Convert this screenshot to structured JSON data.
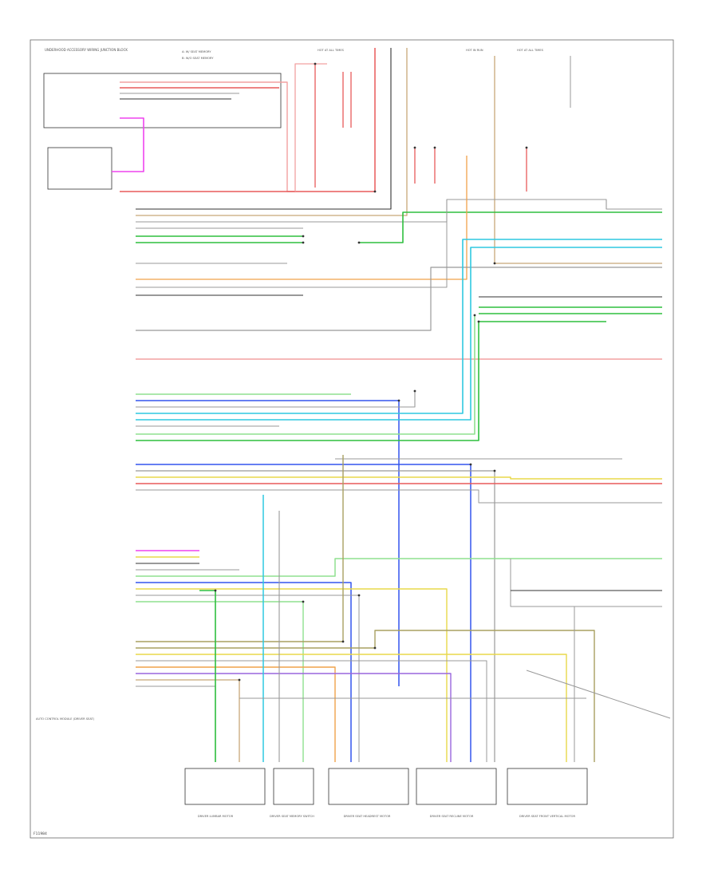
{
  "diagram": {
    "top_left_module_label": "UNDERHOOD ACCESSORY WIRING JUNCTION BLOCK",
    "top_note_a": "A: W/ SEAT MEMORY",
    "top_note_b": "B: W/O SEAT MEMORY",
    "fuse_labels": [
      "HOT AT ALL TIMES",
      "HOT IN RUN",
      "HOT AT ALL TIMES"
    ],
    "bottom_left_module_label": "AUTO CONTROL MODULE (DRIVER SEAT)",
    "footer_code": "F11984",
    "component_labels": [
      "DRIVER LUMBAR MOTOR",
      "DRIVER SEAT MEMORY SWITCH",
      "DRIVER SEAT HEADREST MOTOR",
      "DRIVER SEAT RECLINE MOTOR",
      "DRIVER SEAT FRONT VERTICAL MOTOR"
    ],
    "colors": {
      "red": "#e85a5a",
      "pink": "#f2a0a0",
      "magenta": "#ee44ee",
      "green": "#2fbf3f",
      "light_green": "#8fe08f",
      "cyan": "#2fc8e0",
      "blue": "#3355ee",
      "yellow": "#e8d84a",
      "orange": "#f0a24a",
      "tan": "#c8a878",
      "gray": "#999999",
      "black": "#333333",
      "olive": "#a8a060",
      "violet": "#9a66dd"
    }
  }
}
